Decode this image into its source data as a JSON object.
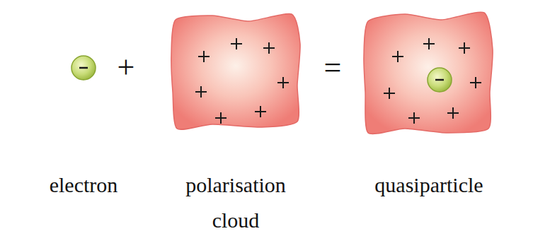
{
  "diagram": {
    "labels": [
      "+",
      "=",
      "electron",
      "polarisation cloud",
      "quasiparticle"
    ]
  }
}
